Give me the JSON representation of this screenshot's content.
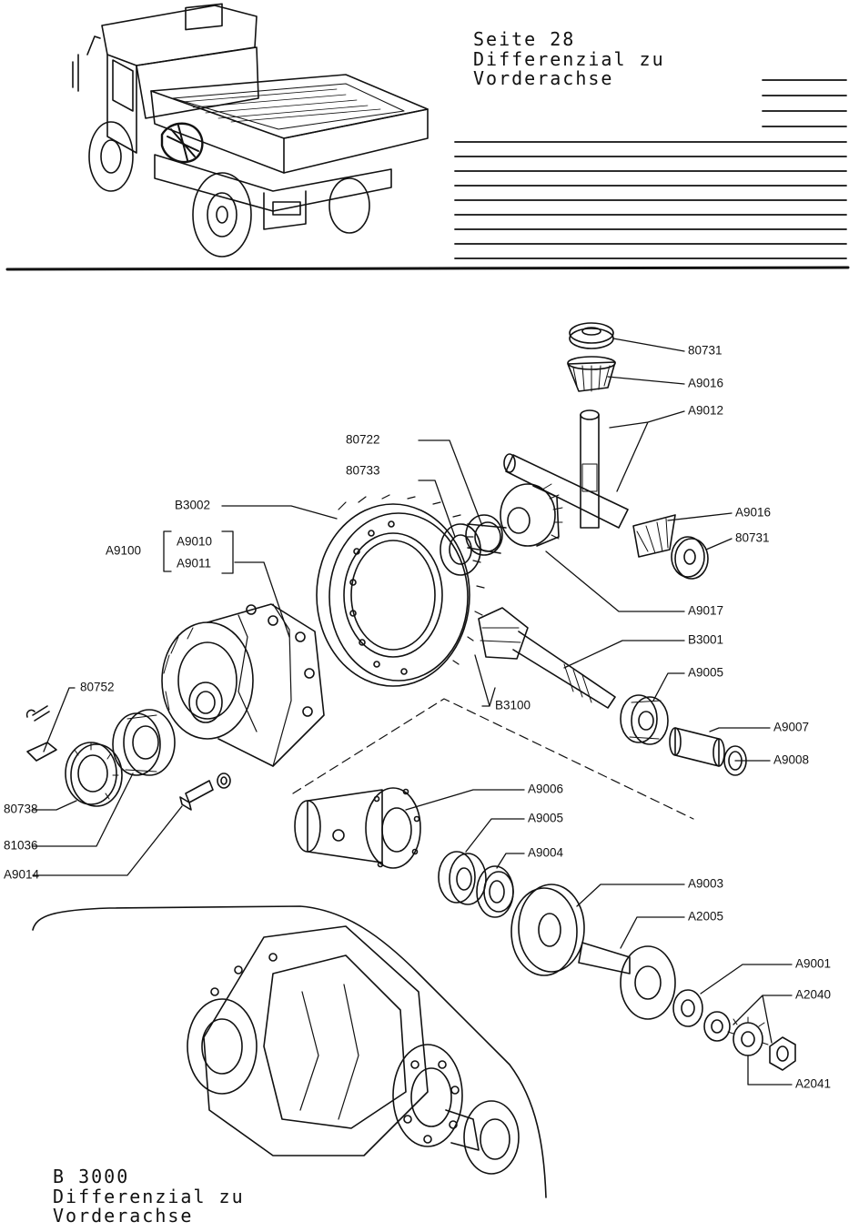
{
  "header": {
    "title_line1": "Seite 28",
    "title_line2": "Differenzial zu",
    "title_line3": "Vorderachse"
  },
  "footer": {
    "title_line1": "B 3000",
    "title_line2": "Differenzial zu",
    "title_line3": "Vorderachse"
  },
  "parts": [
    {
      "id": "p-80731-top",
      "label": "80731"
    },
    {
      "id": "p-a9016-top",
      "label": "A9016"
    },
    {
      "id": "p-a9012",
      "label": "A9012"
    },
    {
      "id": "p-80722",
      "label": "80722"
    },
    {
      "id": "p-80733",
      "label": "80733"
    },
    {
      "id": "p-a9016-right",
      "label": "A9016"
    },
    {
      "id": "p-80731-right",
      "label": "80731"
    },
    {
      "id": "p-b3002",
      "label": "B3002"
    },
    {
      "id": "p-a9100",
      "label": "A9100"
    },
    {
      "id": "p-a9010",
      "label": "A9010"
    },
    {
      "id": "p-a9011",
      "label": "A9011"
    },
    {
      "id": "p-a9017",
      "label": "A9017"
    },
    {
      "id": "p-b3001",
      "label": "B3001"
    },
    {
      "id": "p-80752",
      "label": "80752"
    },
    {
      "id": "p-a9005-upper",
      "label": "A9005"
    },
    {
      "id": "p-b3100",
      "label": "B3100"
    },
    {
      "id": "p-a9007",
      "label": "A9007"
    },
    {
      "id": "p-a9008",
      "label": "A9008"
    },
    {
      "id": "p-80738",
      "label": "80738"
    },
    {
      "id": "p-a9006",
      "label": "A9006"
    },
    {
      "id": "p-81036",
      "label": "81036"
    },
    {
      "id": "p-a9005-lower",
      "label": "A9005"
    },
    {
      "id": "p-a9004",
      "label": "A9004"
    },
    {
      "id": "p-a9014",
      "label": "A9014"
    },
    {
      "id": "p-a9003",
      "label": "A9003"
    },
    {
      "id": "p-a2005",
      "label": "A2005"
    },
    {
      "id": "p-a9001",
      "label": "A9001"
    },
    {
      "id": "p-a2040",
      "label": "A2040"
    },
    {
      "id": "p-a2041",
      "label": "A2041"
    }
  ]
}
